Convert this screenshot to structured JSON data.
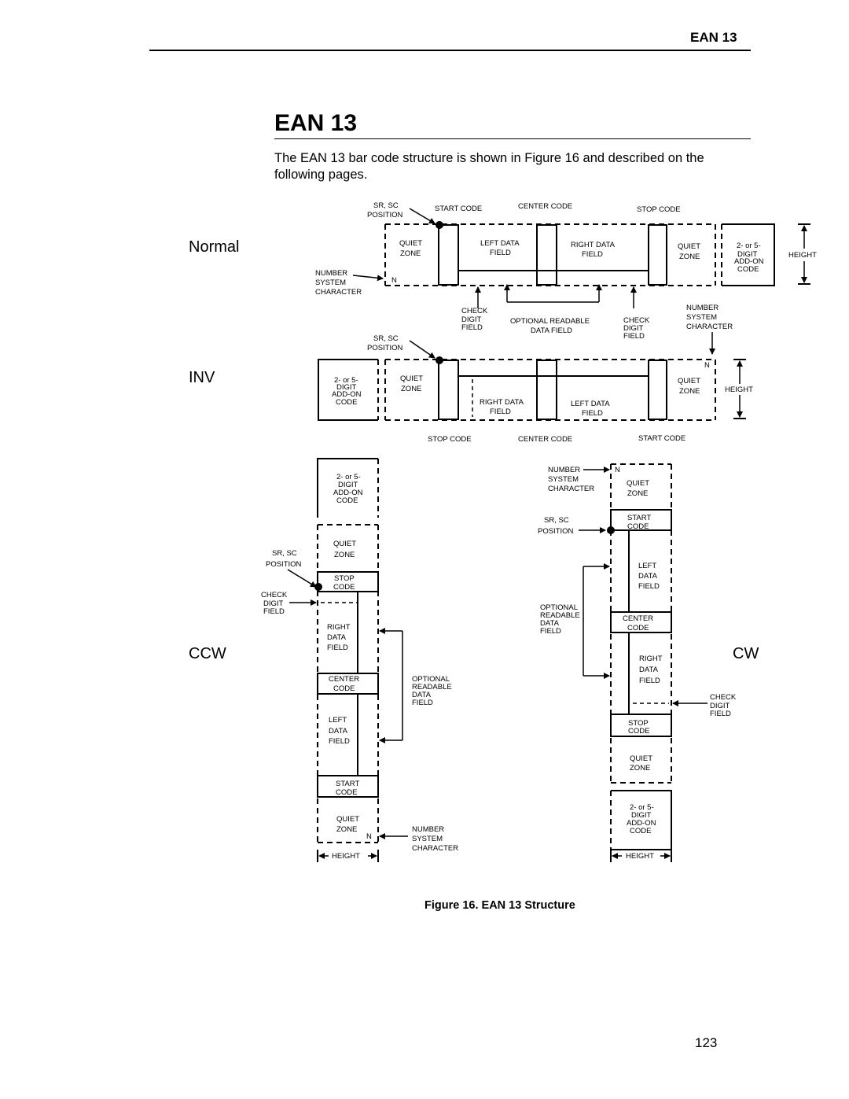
{
  "header": {
    "title": "EAN 13"
  },
  "section": {
    "title": "EAN 13",
    "intro": "The EAN 13 bar code structure is shown in Figure 16 and described on the following pages."
  },
  "figure": {
    "orientations": {
      "normal": "Normal",
      "inv": "INV",
      "ccw": "CCW",
      "cw": "CW"
    },
    "normal": {
      "sr_sc": "SR, SC",
      "position": "POSITION",
      "start_code": "START CODE",
      "center_code": "CENTER CODE",
      "stop_code": "STOP CODE",
      "quiet": "QUIET",
      "zone": "ZONE",
      "left_data": "LEFT DATA",
      "right_data": "RIGHT DATA",
      "field": "FIELD",
      "addon_1": "2- or 5-",
      "addon_2": "DIGIT",
      "addon_3": "ADD-ON",
      "addon_4": "CODE",
      "height": "HEIGHT",
      "nsc_1": "NUMBER",
      "nsc_2": "SYSTEM",
      "nsc_3": "CHARACTER",
      "n": "N",
      "check_1": "CHECK",
      "check_2": "DIGIT",
      "check_3": "FIELD",
      "optional_1": "OPTIONAL READABLE",
      "optional_2": "DATA FIELD",
      "check_b_1": "CHECK",
      "check_b_2": "DIGIT",
      "check_b_3": "FIELD",
      "nsc_b_1": "NUMBER",
      "nsc_b_2": "SYSTEM",
      "nsc_b_3": "CHARACTER"
    },
    "inv": {
      "sr_sc": "SR, SC",
      "position": "POSITION",
      "addon_1": "2- or 5-",
      "addon_2": "DIGIT",
      "addon_3": "ADD-ON",
      "addon_4": "CODE",
      "quiet": "QUIET",
      "zone": "ZONE",
      "right_data": "RIGHT DATA",
      "left_data": "LEFT DATA",
      "field": "FIELD",
      "n": "N",
      "height": "HEIGHT",
      "stop_code": "STOP CODE",
      "center_code": "CENTER CODE",
      "start_code": "START CODE"
    },
    "ccw": {
      "addon_1": "2- or 5-",
      "addon_2": "DIGIT",
      "addon_3": "ADD-ON",
      "addon_4": "CODE",
      "quiet": "QUIET",
      "zone": "ZONE",
      "sr_sc": "SR, SC",
      "position": "POSITION",
      "stop": "STOP",
      "code": "CODE",
      "check_1": "CHECK",
      "check_2": "DIGIT",
      "check_3": "FIELD",
      "right": "RIGHT",
      "data": "DATA",
      "field": "FIELD",
      "center": "CENTER",
      "left": "LEFT",
      "start": "START",
      "opt_1": "OPTIONAL",
      "opt_2": "READABLE",
      "opt_3": "DATA",
      "opt_4": "FIELD",
      "n": "N",
      "nsc_1": "NUMBER",
      "nsc_2": "SYSTEM",
      "nsc_3": "CHARACTER",
      "height": "HEIGHT"
    },
    "cw": {
      "nsc_1": "NUMBER",
      "nsc_2": "SYSTEM",
      "nsc_3": "CHARACTER",
      "n": "N",
      "quiet": "QUIET",
      "zone": "ZONE",
      "sr_sc": "SR, SC",
      "position": "POSITION",
      "start": "START",
      "code": "CODE",
      "left": "LEFT",
      "data": "DATA",
      "field": "FIELD",
      "opt_1": "OPTIONAL",
      "opt_2": "READABLE",
      "opt_3": "DATA",
      "opt_4": "FIELD",
      "center": "CENTER",
      "right": "RIGHT",
      "check_1": "CHECK",
      "check_2": "DIGIT",
      "check_3": "FIELD",
      "stop": "STOP",
      "addon_1": "2- or 5-",
      "addon_2": "DIGIT",
      "addon_3": "ADD-ON",
      "addon_4": "CODE",
      "height": "HEIGHT"
    },
    "caption": "Figure 16. EAN 13 Structure"
  },
  "page_number": "123"
}
